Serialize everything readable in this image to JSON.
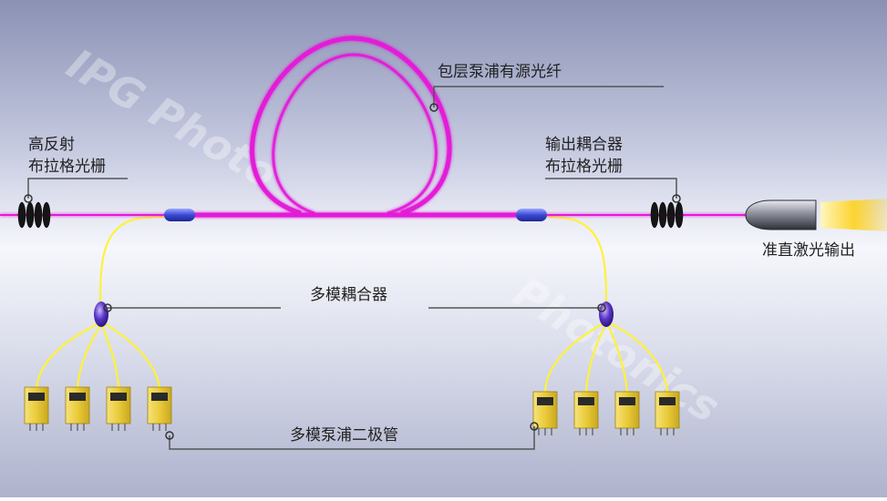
{
  "watermark": {
    "text_left": "IPG Photo",
    "text_right": "Photonics"
  },
  "labels": {
    "active_fiber": "包层泵浦有源光纤",
    "hr_fbg_line1": "高反射",
    "hr_fbg_line2": "布拉格光栅",
    "oc_fbg_line1": "输出耦合器",
    "oc_fbg_line2": "布拉格光栅",
    "collimated_output": "准直激光输出",
    "multimode_combiner": "多模耦合器",
    "pump_diodes": "多模泵浦二极管"
  },
  "colors": {
    "background_top": "#8f96b8",
    "background_mid": "#f4f5fb",
    "background_bottom": "#b4b8d2",
    "active_fiber": "#e31ad8",
    "pump_fiber": "#fff23a",
    "splice": "#3d4fd6",
    "combiner": "#4a2fb8",
    "fbg": "#111111",
    "diode_body": "#eed24a",
    "leader_line": "#555555",
    "label_text": "#222222",
    "output_beam": "#ffd21c"
  },
  "icons": {
    "fbg": "bragg-grating-icon",
    "splice": "splice-point-icon",
    "combiner": "pump-combiner-icon",
    "diode": "laser-diode-icon",
    "collimator": "collimator-icon",
    "leader_marker": "ring-marker-icon"
  }
}
